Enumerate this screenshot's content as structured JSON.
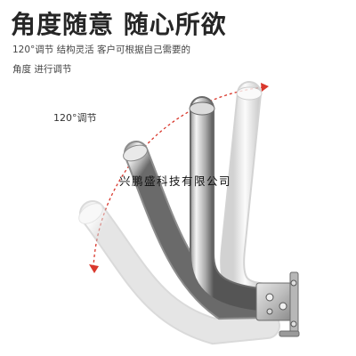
{
  "heading": "角度随意 随心所欲",
  "subtitle_line1": "120°调节   结构灵活  客户可根据自己需要的",
  "subtitle_line2": "角度  进行调节",
  "angle_label": "120°调节",
  "watermark": "兴鹏盛科技有限公司",
  "colors": {
    "arc": "#d9382d",
    "heading": "#262626",
    "pipe_dark": "#6e6e6e",
    "pipe_light": "#f2f2f2"
  }
}
